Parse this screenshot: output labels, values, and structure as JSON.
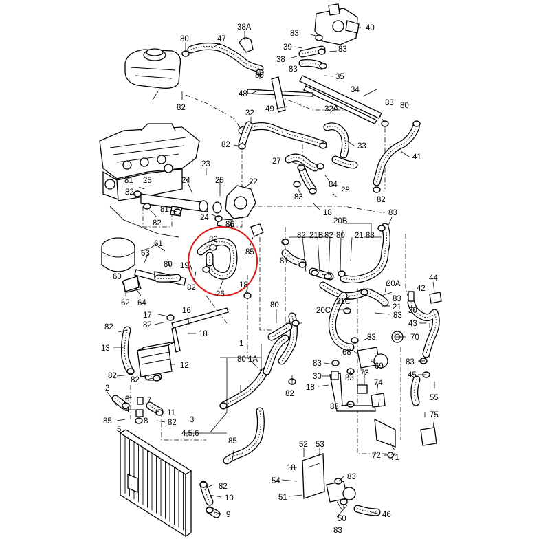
{
  "highlight_color": "#d62020",
  "labels": {
    "l1": "1",
    "l2": "2",
    "l3": "3",
    "l456": "4,5,6",
    "l4": "4",
    "l5": "5",
    "l6": "6",
    "l7": "7",
    "l8": "8",
    "l9": "9",
    "l10": "10",
    "l11": "11",
    "l12": "12",
    "l13": "13",
    "l16": "16",
    "l17": "17",
    "l18a": "18",
    "l18b": "18",
    "l18c": "18",
    "l18d": "18",
    "l19": "19",
    "l20": "20",
    "l20a": "20A",
    "l20b": "20B",
    "l20c": "20C",
    "l21a": "21",
    "l21b": "21B",
    "l21c": "21C",
    "l21_83": "21 83",
    "l22": "22",
    "l23": "23",
    "l24a": "24",
    "l24b": "24",
    "l25": "25",
    "l26": "26",
    "l27": "27",
    "l28": "28",
    "l30": "30",
    "l32": "32",
    "l32a": "32A",
    "l33": "33",
    "l34": "34",
    "l35": "35",
    "l38": "38",
    "l38a": "38A",
    "l39": "39",
    "l40": "40",
    "l41": "41",
    "l42": "42",
    "l43": "43",
    "l44": "44",
    "l45": "45",
    "l46": "46",
    "l47": "47",
    "l48": "48",
    "l49": "49",
    "l50": "50",
    "l51": "51",
    "l52": "52",
    "l53": "53",
    "l54": "54",
    "l55": "55",
    "l60": "60",
    "l61": "61",
    "l62": "62",
    "l63": "63",
    "l64": "64",
    "l68": "68",
    "l69": "69",
    "l70": "70",
    "l71": "71",
    "l72": "72",
    "l73": "73",
    "l74": "74",
    "l75": "75",
    "l80a": "80",
    "l80b": "80",
    "l80c": "80",
    "l80d": "80",
    "l80e": "80",
    "l80f": "80",
    "l801a": "80 1A",
    "l81a": "81",
    "l81b": "81",
    "l81c": "81",
    "l82a": "82",
    "l82b": "82",
    "l82c": "82",
    "l82d": "82",
    "l82e": "82",
    "l82f": "82",
    "l82g": "82",
    "l82h": "82",
    "l82i": "82",
    "l82j": "82",
    "l82k": "82",
    "l82l": "82",
    "l82m": "82",
    "l82n": "82",
    "l82o": "82",
    "l83a": "83",
    "l83b": "83",
    "l83c": "83",
    "l83d": "83",
    "l83e": "83",
    "l83f": "83",
    "l83g": "83",
    "l83h": "83",
    "l83i": "83",
    "l83j": "83",
    "l83k": "83",
    "l83l": "83",
    "l83m": "83",
    "l83n": "83",
    "l84": "84",
    "l85a": "85",
    "l85b": "85",
    "l85c": "85",
    "l86": "86"
  }
}
